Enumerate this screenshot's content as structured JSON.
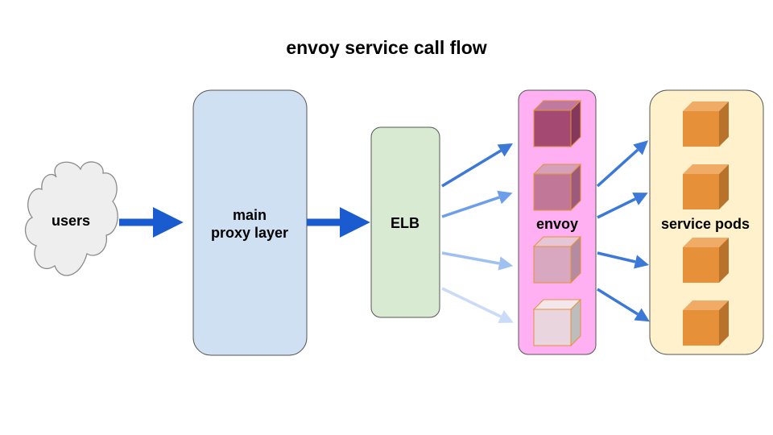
{
  "title": "envoy service call flow",
  "nodes": {
    "users": "users",
    "proxy_line1": "main",
    "proxy_line2": "proxy layer",
    "elb": "ELB",
    "envoy": "envoy",
    "service_pods": "service pods"
  },
  "colors": {
    "primary_arrow": "#1a5ccf",
    "proxy_fill": "#cfe0f2",
    "elb_fill": "#d9ead3",
    "envoy_fill": "#ffb0f2",
    "pods_fill": "#fff1cc",
    "cloud_fill": "#eeeeee",
    "pod_cube_front": "#e6913a",
    "envoy_cube_fronts": [
      "#a44a72",
      "#c17898",
      "#d8a7c0",
      "#e9d5dd"
    ],
    "elb_to_envoy_arrows": [
      "#3b78d8",
      "#6d9eeb",
      "#9fc1f1",
      "#c9dbf7"
    ],
    "envoy_to_pods_arrow": "#3b78d8"
  }
}
